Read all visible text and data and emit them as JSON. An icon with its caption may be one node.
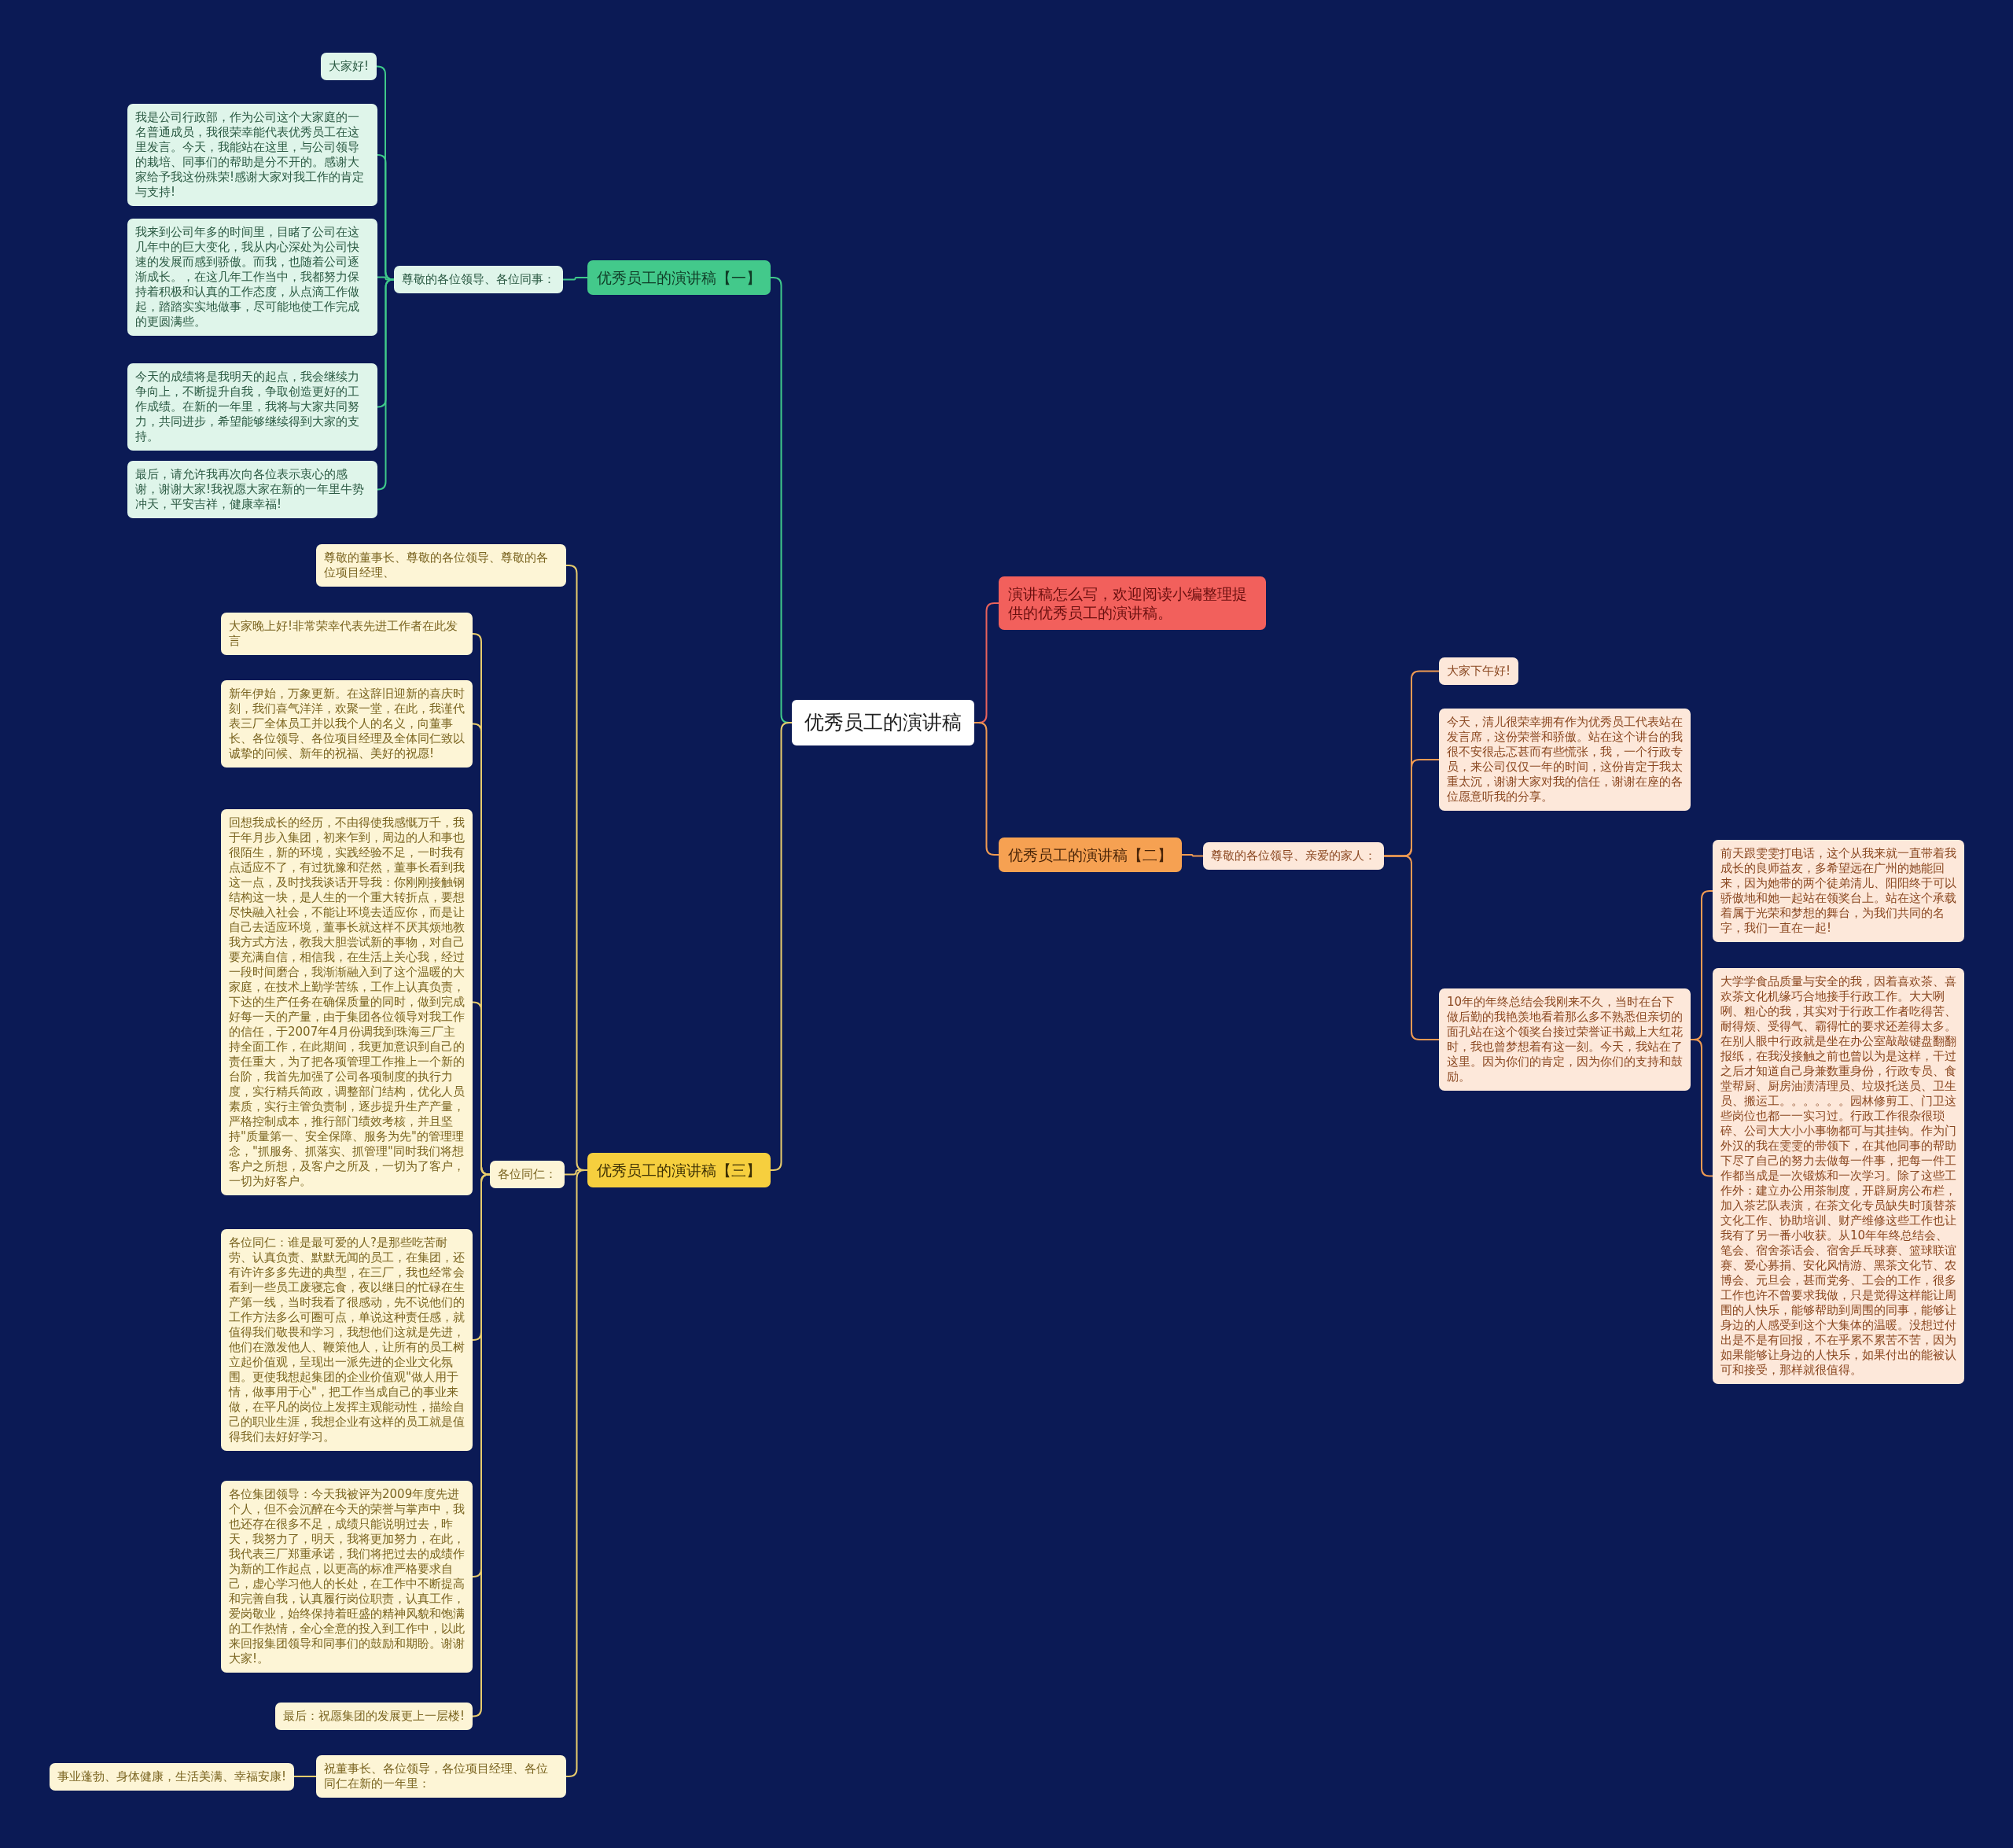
{
  "diagram": {
    "nodes": [
      {
        "text": [
          "优秀员工的演讲稿"
        ]
      },
      {
        "text": [
          "演讲稿怎么写，欢迎阅读小编整理提供的优秀员工的演讲稿。"
        ]
      },
      {
        "text": [
          "优秀员工的演讲稿【一】"
        ]
      },
      {
        "text": [
          "尊敬的各位领导、各位同事："
        ]
      },
      {
        "text": [
          "大家好!"
        ]
      },
      {
        "text": [
          "我是公司行政部，作为公司这个大家庭的一名普通成员，我很荣幸能代表优秀员工在这里发言。今天，我能站在这里，与公司领导的栽培、同事们的帮助是分不开的。感谢大家给予我这份殊荣!感谢大家对我工作的肯定与支持!"
        ]
      },
      {
        "text": [
          "我来到公司年多的时间里，目睹了公司在这几年中的巨大变化，我从内心深处为公司快速的发展而感到骄傲。而我，也随着公司逐渐成长。，在这几年工作当中，我都努力保持着积极和认真的工作态度，从点滴工作做起，踏踏实实地做事，尽可能地使工作完成的更圆满些。"
        ]
      },
      {
        "text": [
          "今天的成绩将是我明天的起点，我会继续力争向上，不断提升自我，争取创造更好的工作成绩。在新的一年里，我将与大家共同努力，共同进步，希望能够继续得到大家的支持。"
        ]
      },
      {
        "text": [
          "最后，请允许我再次向各位表示衷心的感谢，谢谢大家!我祝愿大家在新的一年里牛势冲天，平安吉祥，健康幸福!"
        ]
      },
      {
        "text": [
          "优秀员工的演讲稿【二】"
        ]
      },
      {
        "text": [
          "尊敬的各位领导、亲爱的家人："
        ]
      },
      {
        "text": [
          "大家下午好!"
        ]
      },
      {
        "text": [
          "今天，清儿很荣幸拥有作为优秀员工代表站在发言席，这份荣誉和骄傲。站在这个讲台的我很不安很忐忑甚而有些慌张，我，一个行政专员，来公司仅仅一年的时间，这份肯定于我太重太沉，谢谢大家对我的信任，谢谢在座的各位愿意听我的分享。"
        ]
      },
      {
        "text": [
          "10年的年终总结会我刚来不久，当时在台下做后勤的我艳羡地看着那么多不熟悉但亲切的面孔站在这个领奖台接过荣誉证书戴上大红花时，我也曾梦想着有这一刻。今天，我站在了这里。因为你们的肯定，因为你们的支持和鼓励。"
        ]
      },
      {
        "text": [
          "前天跟雯雯打电话，这个从我来就一直带着我成长的良师益友，多希望远在广州的她能回来，因为她带的两个徒弟清儿、阳阳终于可以骄傲地和她一起站在领奖台上。站在这个承载着属于光荣和梦想的舞台，为我们共同的名字，我们一直在一起!"
        ]
      },
      {
        "text": [
          "大学学食品质量与安全的我，因着喜欢茶、喜欢茶文化机缘巧合地接手行政工作。大大咧咧、粗心的我，其实对于行政工作者吃得苦、耐得烦、受得气、霸得忙的要求还差得太多。在别人眼中行政就是坐在办公室敲敲键盘翻翻报纸，在我没接触之前也曾以为是这样，干过之后才知道自己身兼数重身份，行政专员、食堂帮厨、厨房油渍清理员、垃圾托送员、卫生员、搬运工。。。。。。园林修剪工、门卫这些岗位也都一一实习过。行政工作很杂很琐碎、公司大大小小事物都可与其挂钩。作为门外汉的我在雯雯的带领下，在其他同事的帮助下尽了自己的努力去做每一件事，把每一件工作都当成是一次锻炼和一次学习。除了这些工作外：建立办公用茶制度，开辟厨房公布栏，加入茶艺队表演，在茶文化专员缺失时顶替茶文化工作、协助培训、财产维修这些工作也让我有了另一番小收获。从10年年终总结会、笔会、宿舍茶话会、宿舍乒乓球赛、篮球联谊赛、爱心募捐、安化风情游、黑茶文化节、农博会、元旦会，甚而党务、工会的工作，很多工作也许不曾要求我做，只是觉得这样能让周围的人快乐，能够帮助到周围的同事，能够让身边的人感受到这个大集体的温暖。没想过付出是不是有回报，不在乎累不累苦不苦，因为如果能够让身边的人快乐，如果付出的能被认可和接受，那样就很值得。"
        ]
      },
      {
        "text": [
          "优秀员工的演讲稿【三】"
        ]
      },
      {
        "text": [
          "尊敬的董事长、尊敬的各位领导、尊敬的各位项目经理、"
        ]
      },
      {
        "text": [
          "各位同仁："
        ]
      },
      {
        "text": [
          "大家晚上好!非常荣幸代表先进工作者在此发言"
        ]
      },
      {
        "text": [
          "新年伊始，万象更新。在这辞旧迎新的喜庆时刻，我们喜气洋洋，欢聚一堂，在此，我谨代表三厂全体员工并以我个人的名义，向董事长、各位领导、各位项目经理及全体同仁致以诚挚的问候、新年的祝福、美好的祝愿!"
        ]
      },
      {
        "text": [
          "回想我成长的经历，不由得使我感慨万千，我于年月步入集团，初来乍到，周边的人和事也很陌生，新的环境，实践经验不足，一时我有点适应不了，有过犹豫和茫然，董事长看到我这一点，及时找我谈话开导我：你刚刚接触钢结构这一块，是人生的一个重大转折点，要想尽快融入社会，不能让环境去适应你，而是让自己去适应环境，董事长就这样不厌其烦地教我方式方法，教我大胆尝试新的事物，对自己要充满自信，相信我，在生活上关心我，经过一段时间磨合，我渐渐融入到了这个温暖的大家庭，在技术上勤学苦练，工作上认真负责，下达的生产任务在确保质量的同时，做到完成好每一天的产量，由于集团各位领导对我工作的信任，于2007年4月份调我到珠海三厂主持全面工作，在此期间，我更加意识到自己的责任重大，为了把各项管理工作推上一个新的台阶，我首先加强了公司各项制度的执行力度，实行精兵简政，调整部门结构，优化人员素质，实行主管负责制，逐步提升生产产量，严格控制成本，推行部门绩效考核，并且坚持\"质量第一、安全保障、服务为先\"的管理理念，\"抓服务、抓落实、抓管理\"同时我们将想客户之所想，及客户之所及，一切为了客户，一切为好客户。"
        ]
      },
      {
        "text": [
          "各位同仁：谁是最可爱的人?是那些吃苦耐劳、认真负责、默默无闻的员工，在集团，还有许许多多先进的典型，在三厂，我也经常会看到一些员工废寝忘食，夜以继日的忙碌在生产第一线，当时我看了很感动，先不说他们的工作方法多么可圈可点，单说这种责任感，就值得我们敬畏和学习，我想他们这就是先进，他们在激发他人、鞭策他人，让所有的员工树立起价值观，呈现出一派先进的企业文化氛围。更使我想起集团的企业价值观\"做人用于情，做事用于心\"，把工作当成自己的事业来做，在平凡的岗位上发挥主观能动性，描绘自己的职业生涯，我想企业有这样的员工就是值得我们去好好学习。"
        ]
      },
      {
        "text": [
          "各位集团领导：今天我被评为2009年度先进个人，但不会沉醉在今天的荣誉与掌声中，我也还存在很多不足，成绩只能说明过去，昨天，我努力了，明天，我将更加努力，在此，我代表三厂郑重承诺，我们将把过去的成绩作为新的工作起点，以更高的标准严格要求自己，虚心学习他人的长处，在工作中不断提高和完善自我，认真履行岗位职责，认真工作，爱岗敬业，始终保持着旺盛的精神风貌和饱满的工作热情，全心全意的投入到工作中，以此来回报集团领导和同事们的鼓励和期盼。谢谢大家!。"
        ]
      },
      {
        "text": [
          "最后：祝愿集团的发展更上一层楼!"
        ]
      },
      {
        "text": [
          "祝董事长、各位领导，各位项目经理、各位同仁在新的一年里："
        ]
      },
      {
        "text": [
          "事业蓬勃、身体健康，生活美满、幸福安康!"
        ]
      }
    ],
    "edges": [
      {
        "from": 0,
        "to": 1,
        "arrow": "none",
        "color": "#e8625c"
      },
      {
        "from": 0,
        "to": 2,
        "arrow": "none",
        "color": "#3fc98a"
      },
      {
        "from": 0,
        "to": 9,
        "arrow": "none",
        "color": "#ef9a52"
      },
      {
        "from": 0,
        "to": 16,
        "arrow": "none"
      },
      {
        "from": 2,
        "to": 3,
        "arrow": "none",
        "color": "#3fc98a"
      },
      {
        "from": 3,
        "to": 4,
        "arrow": "none",
        "color": "#3fc98a"
      },
      {
        "from": 3,
        "to": 5,
        "arrow": "none",
        "color": "#3fc98a"
      },
      {
        "from": 3,
        "to": 6,
        "arrow": "none",
        "color": "#3fc98a"
      },
      {
        "from": 3,
        "to": 7,
        "arrow": "none",
        "color": "#3fc98a"
      },
      {
        "from": 3,
        "to": 8,
        "arrow": "none",
        "color": "#3fc98a"
      },
      {
        "from": 9,
        "to": 10,
        "arrow": "none",
        "color": "#ef9a52"
      },
      {
        "from": 10,
        "to": 11,
        "arrow": "none",
        "color": "#ef9a52"
      },
      {
        "from": 10,
        "to": 12,
        "arrow": "none",
        "color": "#ef9a52"
      },
      {
        "from": 10,
        "to": 13,
        "arrow": "none",
        "color": "#ef9a52"
      },
      {
        "from": 13,
        "to": 14,
        "arrow": "none",
        "color": "#ef9a52"
      },
      {
        "from": 13,
        "to": 15,
        "arrow": "none",
        "color": "#ef9a52"
      },
      {
        "from": 16,
        "to": 17,
        "arrow": "none"
      },
      {
        "from": 16,
        "to": 18,
        "arrow": "none"
      },
      {
        "from": 16,
        "to": 25,
        "arrow": "none"
      },
      {
        "from": 18,
        "to": 19,
        "arrow": "none"
      },
      {
        "from": 18,
        "to": 20,
        "arrow": "none"
      },
      {
        "from": 18,
        "to": 21,
        "arrow": "none"
      },
      {
        "from": 18,
        "to": 22,
        "arrow": "none"
      },
      {
        "from": 18,
        "to": 23,
        "arrow": "none"
      },
      {
        "from": 18,
        "to": 24,
        "arrow": "none"
      },
      {
        "from": 25,
        "to": 26,
        "arrow": "none"
      }
    ]
  }
}
